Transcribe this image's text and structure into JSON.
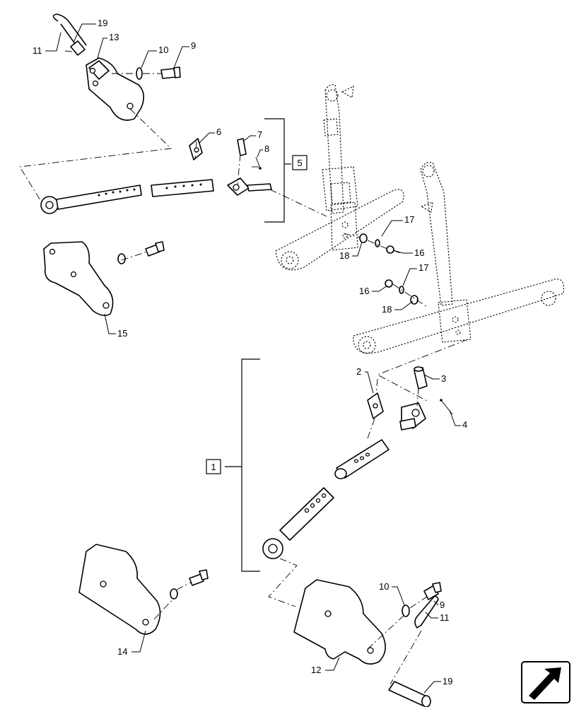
{
  "callouts": [
    {
      "id": "c11a",
      "text": "11"
    },
    {
      "id": "c19a",
      "text": "19"
    },
    {
      "id": "c13",
      "text": "13"
    },
    {
      "id": "c10a",
      "text": "10"
    },
    {
      "id": "c9a",
      "text": "9"
    },
    {
      "id": "c6",
      "text": "6"
    },
    {
      "id": "c7",
      "text": "7"
    },
    {
      "id": "c8",
      "text": "8"
    },
    {
      "id": "c17a",
      "text": "17"
    },
    {
      "id": "c16a",
      "text": "16"
    },
    {
      "id": "c18a",
      "text": "18"
    },
    {
      "id": "c17b",
      "text": "17"
    },
    {
      "id": "c16b",
      "text": "16"
    },
    {
      "id": "c18b",
      "text": "18"
    },
    {
      "id": "c15",
      "text": "15"
    },
    {
      "id": "c2",
      "text": "2"
    },
    {
      "id": "c3",
      "text": "3"
    },
    {
      "id": "c4",
      "text": "4"
    },
    {
      "id": "c10b",
      "text": "10"
    },
    {
      "id": "c9b",
      "text": "9"
    },
    {
      "id": "c11b",
      "text": "11"
    },
    {
      "id": "c14",
      "text": "14"
    },
    {
      "id": "c12",
      "text": "12"
    },
    {
      "id": "c19b",
      "text": "19"
    }
  ],
  "assemblies": [
    {
      "id": "a5",
      "text": "5"
    },
    {
      "id": "a1",
      "text": "1"
    }
  ],
  "nav_icon": "previous-page-arrow-icon"
}
